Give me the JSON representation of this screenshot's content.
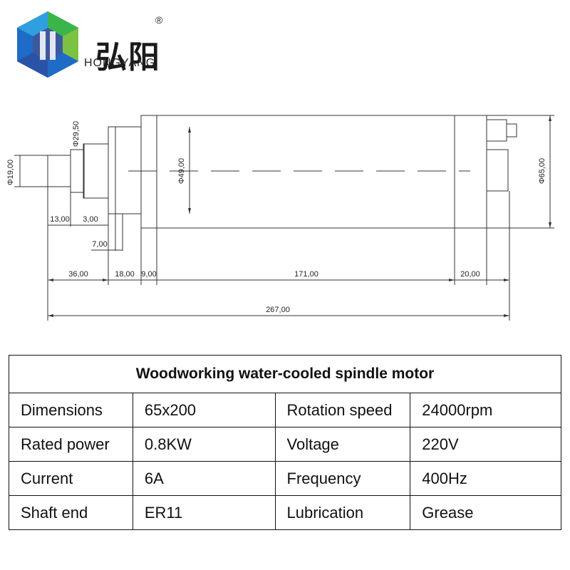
{
  "brand": {
    "name_cn": "弘阳",
    "registered": "®",
    "name_en": "HONGYANG",
    "colors": {
      "blue": "#1e6cc8",
      "green": "#3bb54a",
      "navy": "#1a3c8c"
    }
  },
  "drawing": {
    "dims": {
      "d_shaft": "Φ19,00",
      "d_collar": "Φ29,50",
      "d_flange": "Φ49,00",
      "d_body": "Φ65,00",
      "l_13": "13,00",
      "l_3": "3,00",
      "l_7": "7,00",
      "l_36": "36,00",
      "l_18": "18,00",
      "l_9": "9,00",
      "l_171": "171,00",
      "l_20": "20,00",
      "l_total": "267,00"
    }
  },
  "table": {
    "title": "Woodworking water-cooled spindle motor",
    "rows": [
      {
        "k1": "Dimensions",
        "v1": "65x200",
        "k2": "Rotation speed",
        "v2": "24000rpm"
      },
      {
        "k1": "Rated power",
        "v1": "0.8KW",
        "k2": "Voltage",
        "v2": "220V"
      },
      {
        "k1": "Current",
        "v1": "6A",
        "k2": "Frequency",
        "v2": "400Hz"
      },
      {
        "k1": "Shaft end",
        "v1": "ER11",
        "k2": "Lubrication",
        "v2": "Grease"
      }
    ]
  }
}
